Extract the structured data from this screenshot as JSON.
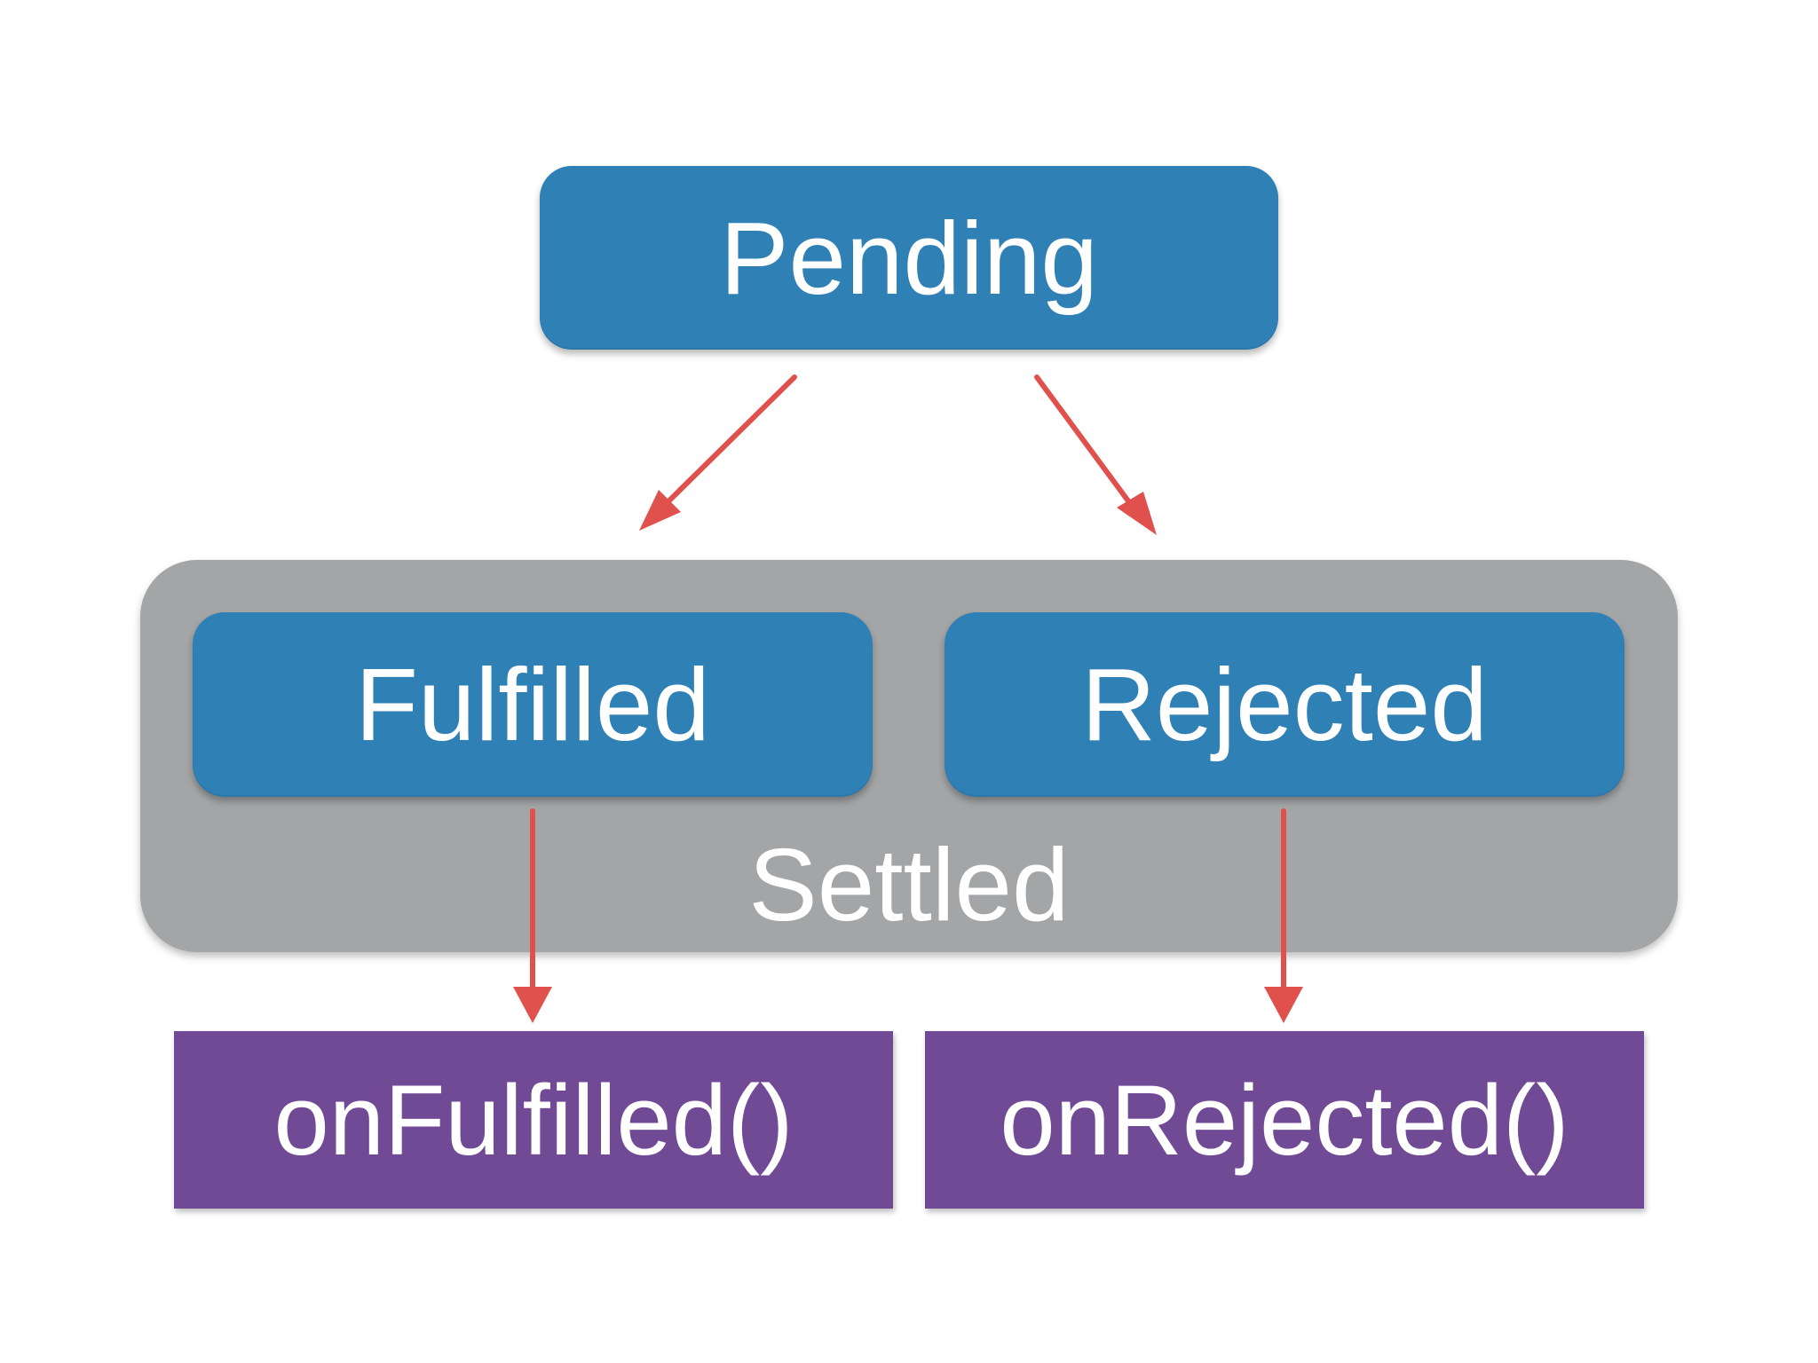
{
  "colors": {
    "background": "#ffffff",
    "state_box": "#2f80b5",
    "settled_group": "#a3a5a6",
    "handler_box": "#704a94",
    "arrow": "#e0504d",
    "text": "#ffffff"
  },
  "nodes": {
    "pending": "Pending",
    "fulfilled": "Fulfilled",
    "rejected": "Rejected",
    "settled": "Settled",
    "on_fulfilled": "onFulfilled()",
    "on_rejected": "onRejected()"
  },
  "edges": [
    {
      "from": "Pending",
      "to": "Fulfilled"
    },
    {
      "from": "Pending",
      "to": "Rejected"
    },
    {
      "from": "Fulfilled",
      "to": "onFulfilled()"
    },
    {
      "from": "Rejected",
      "to": "onRejected()"
    }
  ]
}
